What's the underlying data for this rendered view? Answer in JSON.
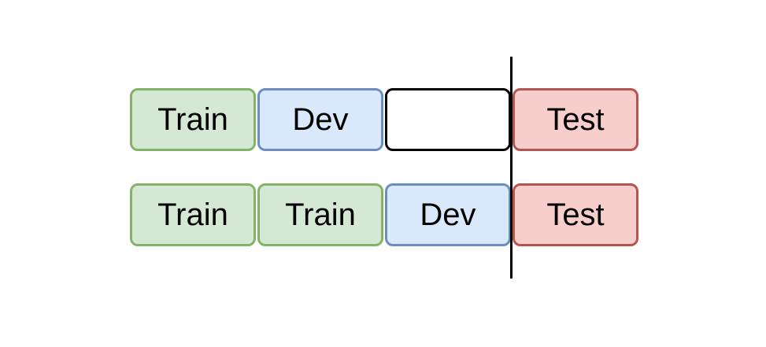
{
  "rows": [
    {
      "cells": [
        {
          "label": "Train",
          "kind": "train"
        },
        {
          "label": "Dev",
          "kind": "dev"
        },
        {
          "label": "",
          "kind": "empty"
        },
        {
          "label": "Test",
          "kind": "test"
        }
      ]
    },
    {
      "cells": [
        {
          "label": "Train",
          "kind": "train"
        },
        {
          "label": "Train",
          "kind": "train"
        },
        {
          "label": "Dev",
          "kind": "dev"
        },
        {
          "label": "Test",
          "kind": "test"
        }
      ]
    }
  ],
  "colors": {
    "train_fill": "#d5e8d4",
    "train_stroke": "#82b366",
    "dev_fill": "#dae8fc",
    "dev_stroke": "#6c8ebf",
    "test_fill": "#f8cecc",
    "test_stroke": "#b85450",
    "divider": "#000000"
  }
}
